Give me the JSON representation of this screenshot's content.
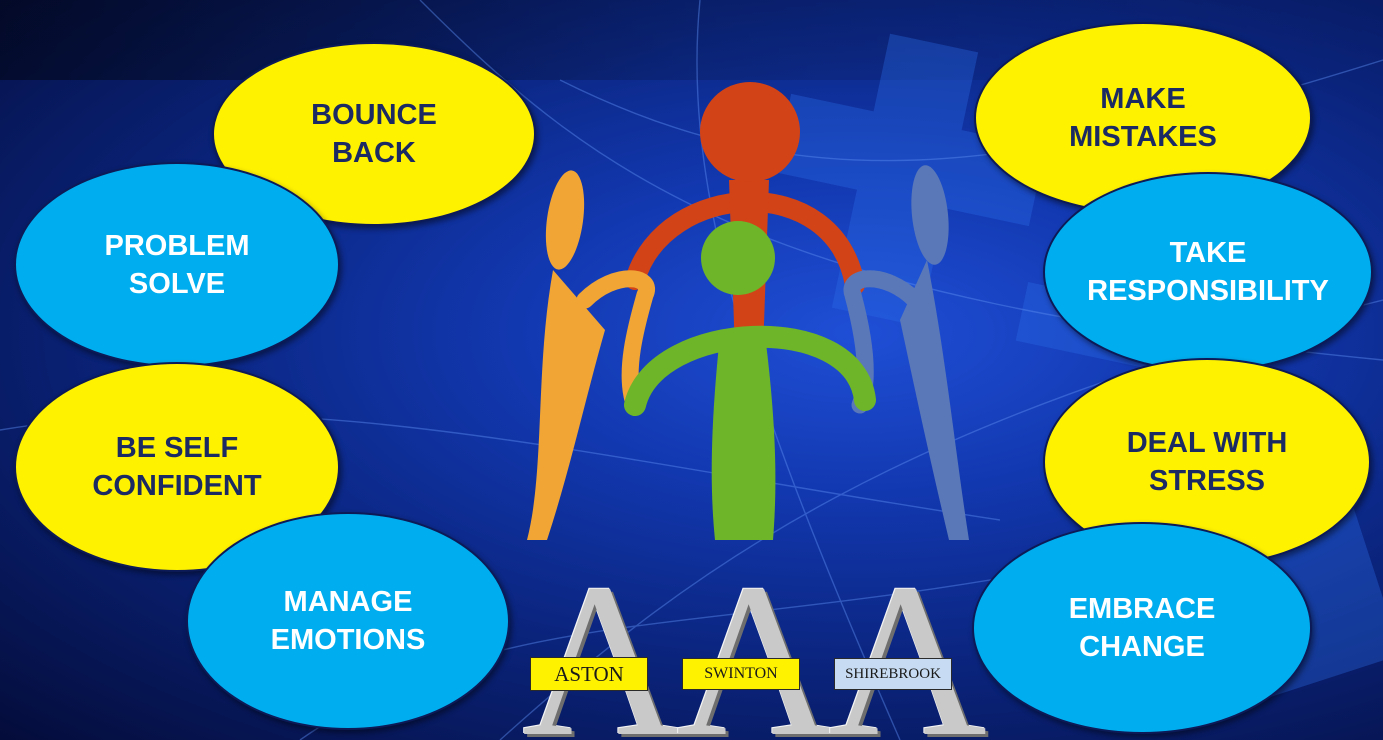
{
  "bubbles": {
    "bounce_back": "BOUNCE\nBACK",
    "problem_solve": "PROBLEM\nSOLVE",
    "be_self_confident": "BE SELF\nCONFIDENT",
    "manage_emotions": "MANAGE\nEMOTIONS",
    "make_mistakes": "MAKE\nMISTAKES",
    "take_responsibility": "TAKE\nRESPONSIBILITY",
    "deal_with_stress": "DEAL WITH\nSTRESS",
    "embrace_change": "EMBRACE\nCHANGE"
  },
  "logo": {
    "letter": "A",
    "schools": [
      "ASTON",
      "SWINTON",
      "SHIREBROOK"
    ]
  },
  "colors": {
    "yellow": "#fff200",
    "blue": "#00aeef",
    "figure_red": "#d24317",
    "figure_orange": "#f0a535",
    "figure_green": "#6eb52a",
    "figure_slate": "#5a78b8",
    "label_yellow": "#fff200",
    "label_lightblue": "#c7dcf2"
  },
  "icons": [
    "people-circle-icon"
  ]
}
